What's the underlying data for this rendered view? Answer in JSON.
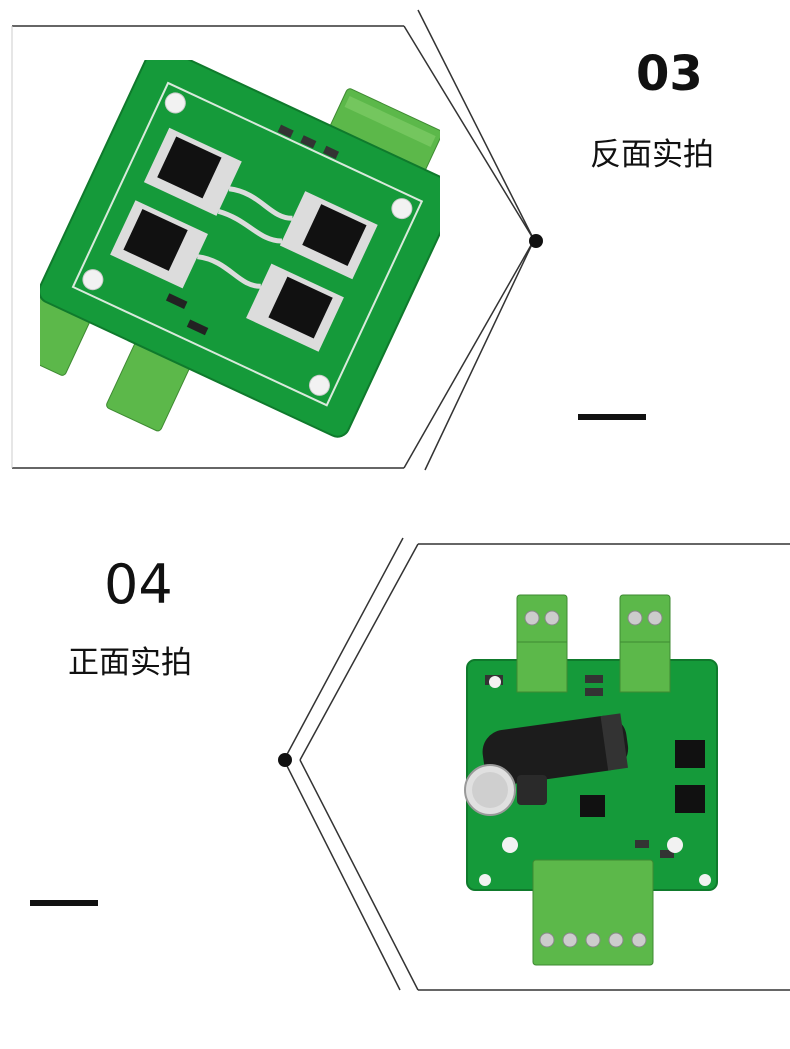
{
  "sections": [
    {
      "number": "03",
      "caption": "反面实拍",
      "image": "pcb-back-photo"
    },
    {
      "number": "04",
      "caption": "正面实拍",
      "image": "pcb-front-photo"
    }
  ],
  "colors": {
    "pcb": "#159a3a",
    "terminal": "#5cb84a",
    "text": "#111111",
    "line": "#222222"
  }
}
